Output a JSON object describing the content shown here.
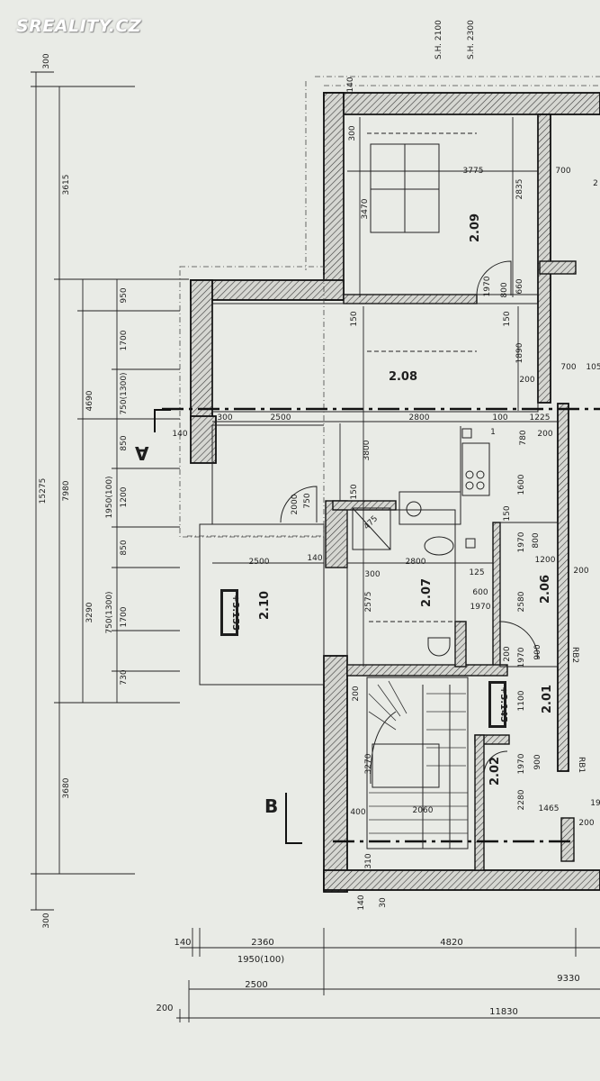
{
  "watermark": "SREALITY.CZ",
  "top_labels": [
    "S.H. 2300",
    "S.H. 2100"
  ],
  "rooms": [
    {
      "id": "2.09"
    },
    {
      "id": "2.08"
    },
    {
      "id": "2.10"
    },
    {
      "id": "2.07"
    },
    {
      "id": "2.06"
    },
    {
      "id": "2.01"
    },
    {
      "id": "2.02"
    }
  ],
  "levels": [
    "+3.155",
    "+3.145"
  ],
  "section_marks": [
    "A",
    "B"
  ],
  "riser_labels": [
    "RB2",
    "RB1"
  ],
  "left_dims": {
    "outer": [
      "300",
      "15275",
      "300"
    ],
    "level2": [
      "3615",
      "7980",
      "3680"
    ],
    "level3": [
      "4690",
      "3290"
    ],
    "level4": [
      "950",
      "1700",
      "750(1300)",
      "850",
      "1950(100)",
      "1200",
      "850",
      "750(1300)",
      "1700",
      "730"
    ]
  },
  "bottom_dims": [
    "140",
    "2360",
    "4820",
    "1950(100)",
    "9330",
    "2500",
    "200",
    "11830"
  ],
  "dims": [
    "140",
    "300",
    "3775",
    "700",
    "2835",
    "3470",
    "660",
    "800",
    "1970",
    "150",
    "150",
    "1890",
    "200",
    "700",
    "105",
    "300",
    "2500",
    "2800",
    "100",
    "1225",
    "140",
    "780",
    "200",
    "3800",
    "1600",
    "150",
    "2000",
    "750",
    "150",
    "475",
    "800",
    "1970",
    "2500",
    "140",
    "2800",
    "1200",
    "200",
    "300",
    "125",
    "2575",
    "600",
    "2580",
    "1970",
    "900",
    "1970",
    "200",
    "1100",
    "200",
    "3270",
    "900",
    "1970",
    "2280",
    "400",
    "2060",
    "1465",
    "200",
    "310",
    "140",
    "1",
    "2",
    "19",
    "30"
  ]
}
